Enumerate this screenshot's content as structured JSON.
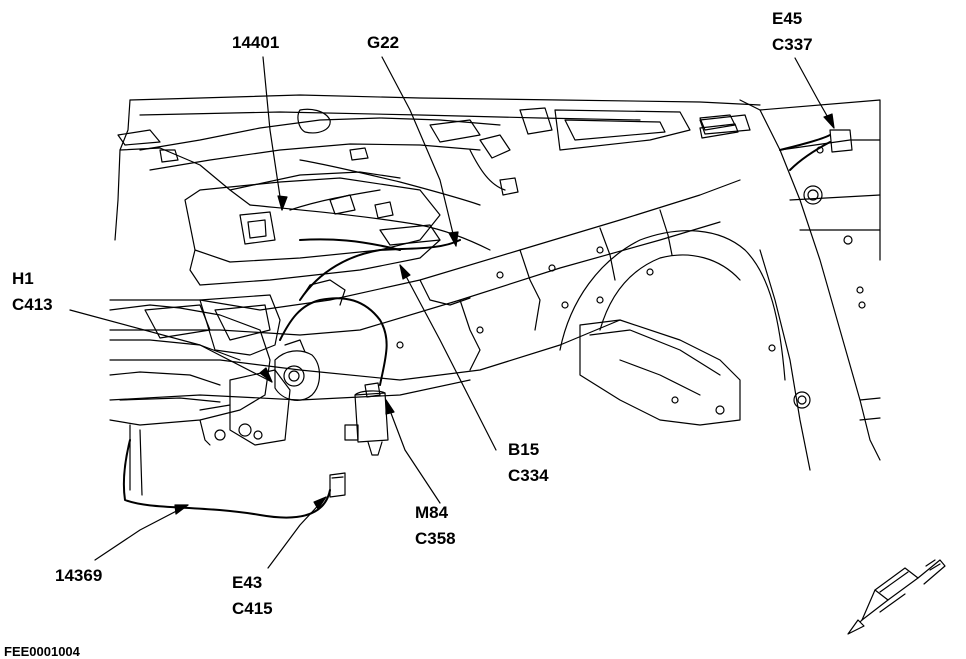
{
  "diagram": {
    "callouts": {
      "c14401": {
        "lines": [
          "14401"
        ]
      },
      "g22": {
        "lines": [
          "G22"
        ]
      },
      "e45": {
        "lines": [
          "E45",
          "C337"
        ]
      },
      "h1": {
        "lines": [
          "H1",
          "C413"
        ]
      },
      "b15": {
        "lines": [
          "B15",
          "C334"
        ]
      },
      "m84": {
        "lines": [
          "M84",
          "C358"
        ]
      },
      "c14369": {
        "lines": [
          "14369"
        ]
      },
      "e43": {
        "lines": [
          "E43",
          "C415"
        ]
      }
    },
    "figure_id": "FEE0001004",
    "colors": {
      "line": "#000000",
      "fill": "#ffffff"
    }
  }
}
